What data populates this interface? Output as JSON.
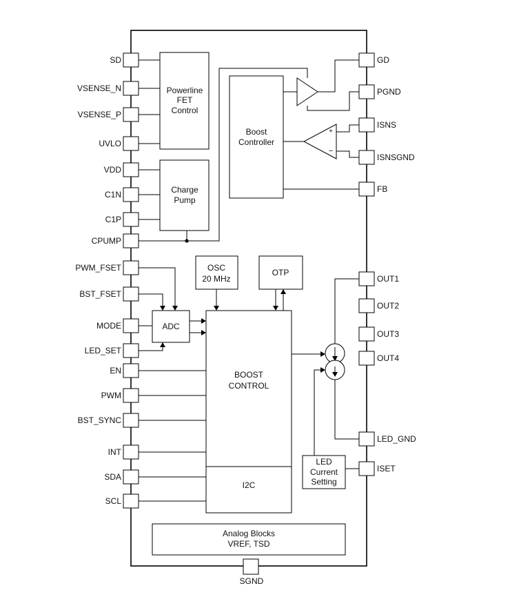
{
  "left_pins": [
    "SD",
    "VSENSE_N",
    "VSENSE_P",
    "UVLO",
    "VDD",
    "C1N",
    "C1P",
    "CPUMP",
    "PWM_FSET",
    "BST_FSET",
    "MODE",
    "LED_SET",
    "EN",
    "PWM",
    "BST_SYNC",
    "INT",
    "SDA",
    "SCL"
  ],
  "right_pins": [
    "GD",
    "PGND",
    "ISNS",
    "ISNSGND",
    "FB",
    "OUT1",
    "OUT2",
    "OUT3",
    "OUT4",
    "LED_GND",
    "ISET"
  ],
  "bottom_pins": [
    "SGND"
  ],
  "blocks": {
    "powerline": [
      "Powerline",
      "FET",
      "Control"
    ],
    "charge_pump": [
      "Charge",
      "Pump"
    ],
    "boost_controller": [
      "Boost",
      "Controller"
    ],
    "osc": [
      "OSC",
      "20 MHz"
    ],
    "otp": [
      "OTP"
    ],
    "adc": [
      "ADC"
    ],
    "boost_control": [
      "BOOST",
      "CONTROL"
    ],
    "i2c": [
      "I2C"
    ],
    "led_current": [
      "LED",
      "Current",
      "Setting"
    ],
    "analog": [
      "Analog Blocks",
      "VREF, TSD"
    ]
  },
  "comparator": {
    "plus": "+",
    "minus": "−"
  }
}
